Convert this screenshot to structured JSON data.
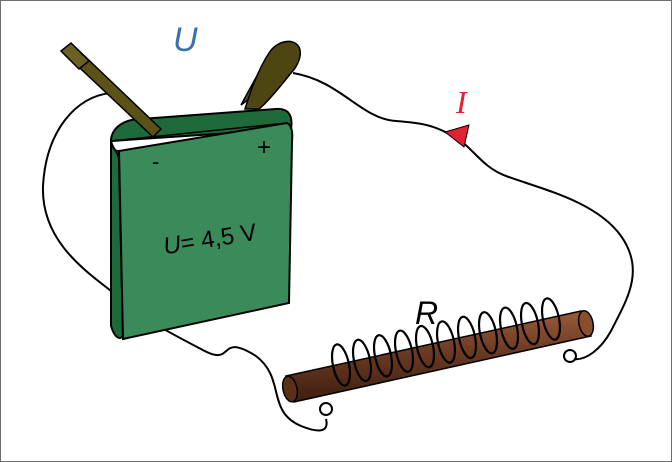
{
  "diagram": {
    "voltage_symbol": "U",
    "current_symbol": "I",
    "resistor_symbol": "R",
    "battery_minus": "-",
    "battery_plus": "+",
    "battery_label_symbol": "U",
    "battery_label_value": "= 4,5 V",
    "colors": {
      "voltage_label": "#3b72ac",
      "current_label": "#e02231",
      "battery_body": "#3a8a5a",
      "battery_dark": "#1f6a3a",
      "terminal": "#5b5218",
      "resistor_rod": "#6b3a22",
      "wire": "#000000"
    }
  }
}
